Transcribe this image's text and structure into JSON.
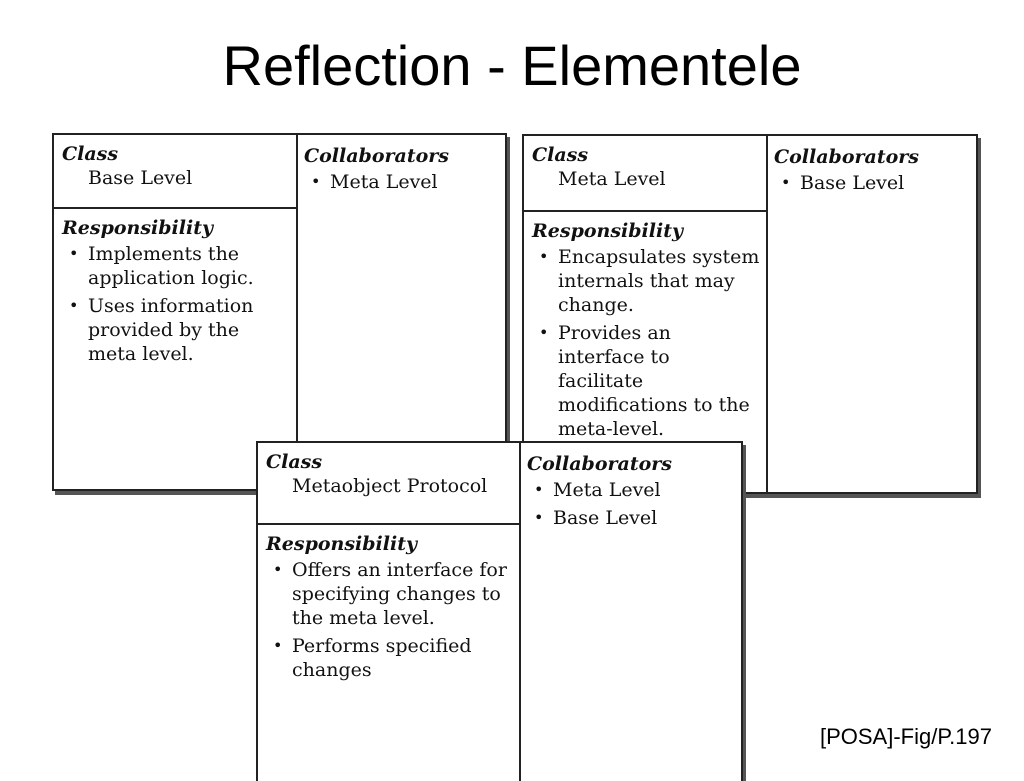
{
  "slide": {
    "title": "Reflection - Elementele",
    "source": "[POSA]-Fig/P.197"
  },
  "cards": {
    "base_level": {
      "class_heading": "Class",
      "class_name": "Base Level",
      "responsibility_heading": "Responsibility",
      "responsibilities": [
        "Implements the application logic.",
        "Uses information provided by the meta level."
      ],
      "collaborators_heading": "Collaborators",
      "collaborators": [
        "Meta Level"
      ]
    },
    "meta_level": {
      "class_heading": "Class",
      "class_name": "Meta Level",
      "responsibility_heading": "Responsibility",
      "responsibilities": [
        "Encapsulates system internals that may change.",
        "Provides an interface to facilitate modifications to the meta-level."
      ],
      "collaborators_heading": "Collaborators",
      "collaborators": [
        "Base Level"
      ]
    },
    "metaobject_protocol": {
      "class_heading": "Class",
      "class_name": "Metaobject Protocol",
      "responsibility_heading": "Responsibility",
      "responsibilities": [
        "Offers an interface for specifying changes to the meta level.",
        "Performs specified changes"
      ],
      "collaborators_heading": "Collaborators",
      "collaborators": [
        "Meta Level",
        "Base Level"
      ]
    }
  }
}
